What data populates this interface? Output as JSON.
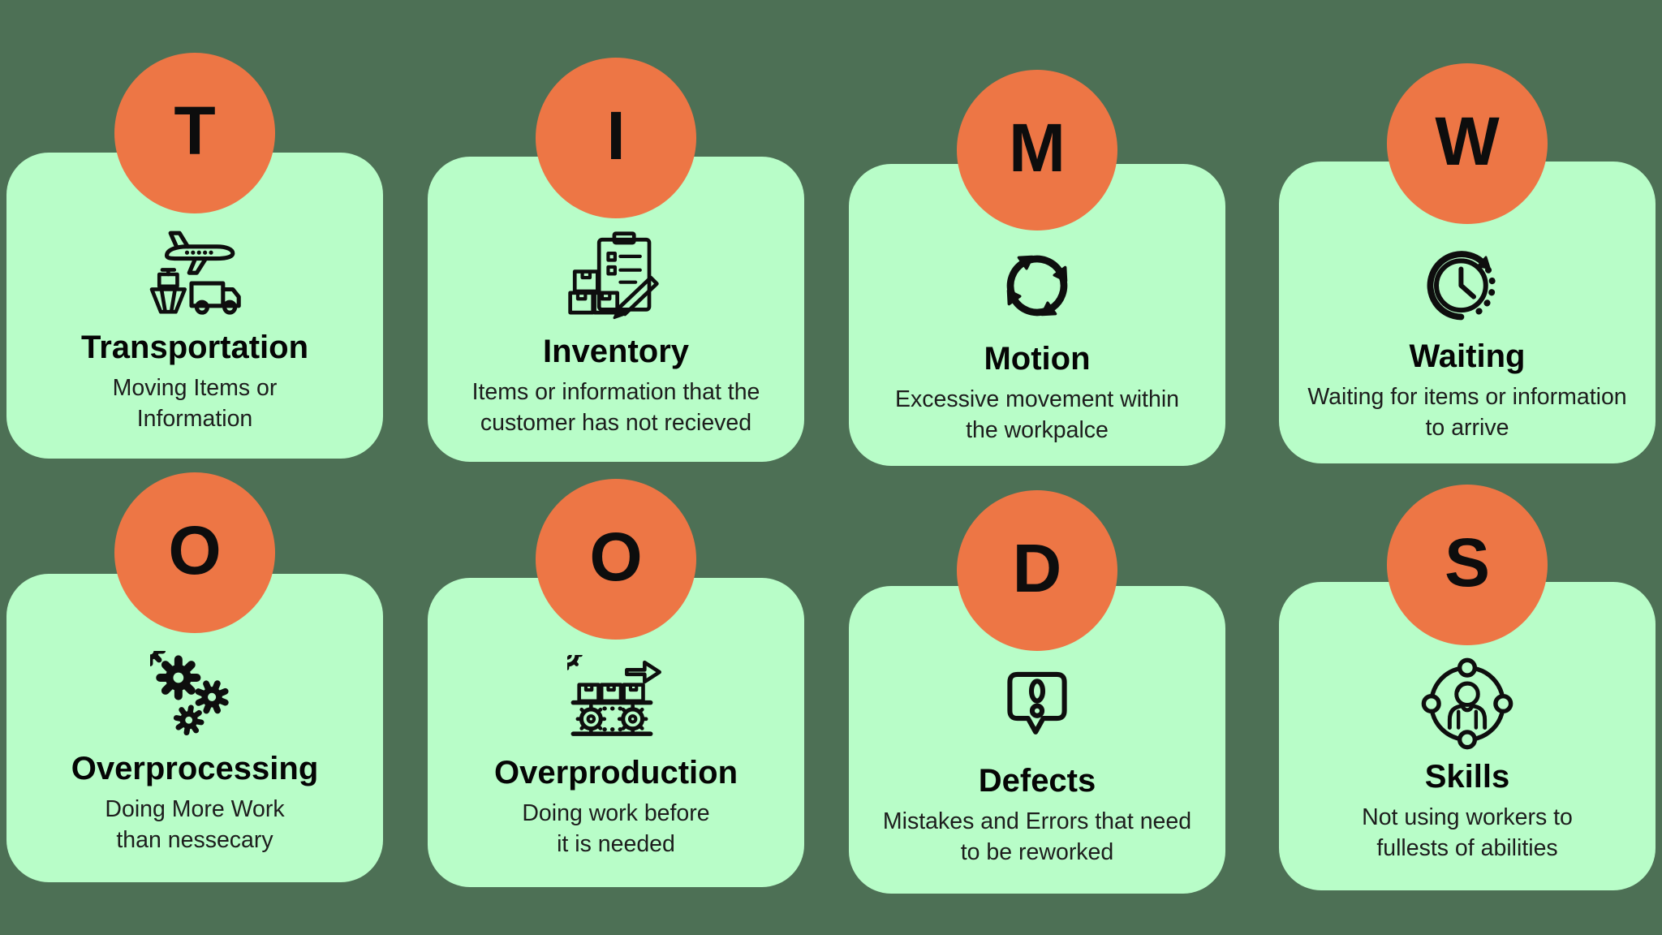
{
  "colors": {
    "background": "#4d7055",
    "card": "#b8fdc8",
    "badge": "#ed7645",
    "text": "#0d0d0d"
  },
  "cards": [
    {
      "letter": "T",
      "title": "Transportation",
      "icon": "transportation-icon",
      "desc_line1": "Moving Items or",
      "desc_line2": "Information"
    },
    {
      "letter": "I",
      "title": "Inventory",
      "icon": "inventory-icon",
      "desc_line1": "Items or information that the",
      "desc_line2": "customer has not recieved"
    },
    {
      "letter": "M",
      "title": "Motion",
      "icon": "motion-icon",
      "desc_line1": "Excessive movement within",
      "desc_line2": "the workpalce"
    },
    {
      "letter": "W",
      "title": "Waiting",
      "icon": "waiting-icon",
      "desc_line1": "Waiting for items or information",
      "desc_line2": "to arrive"
    },
    {
      "letter": "O",
      "title": "Overprocessing",
      "icon": "overprocessing-icon",
      "desc_line1": "Doing More Work",
      "desc_line2": "than nessecary"
    },
    {
      "letter": "O",
      "title": "Overproduction",
      "icon": "overproduction-icon",
      "desc_line1": "Doing work before",
      "desc_line2": "it is needed"
    },
    {
      "letter": "D",
      "title": "Defects",
      "icon": "defects-icon",
      "desc_line1": "Mistakes and Errors that need",
      "desc_line2": "to be reworked"
    },
    {
      "letter": "S",
      "title": "Skills",
      "icon": "skills-icon",
      "desc_line1": "Not using workers to",
      "desc_line2": "fullests of abilities"
    }
  ]
}
